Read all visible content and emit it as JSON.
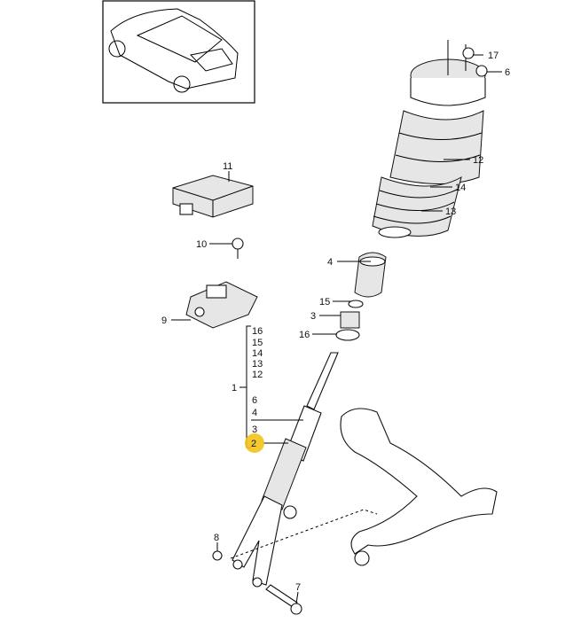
{
  "diagram": {
    "highlight_color": "#f2c21b",
    "callouts": {
      "c17": "17",
      "c6": "6",
      "c12": "12",
      "c14": "14",
      "c13": "13",
      "c11": "11",
      "c10": "10",
      "c4": "4",
      "c15": "15",
      "c3": "3",
      "c16": "16",
      "c9": "9",
      "c1": "1",
      "c8": "8",
      "c7": "7"
    },
    "assembly_list": [
      "16",
      "15",
      "14",
      "13",
      "12",
      "6",
      "4",
      "3",
      "2"
    ],
    "highlighted_part": "2"
  }
}
